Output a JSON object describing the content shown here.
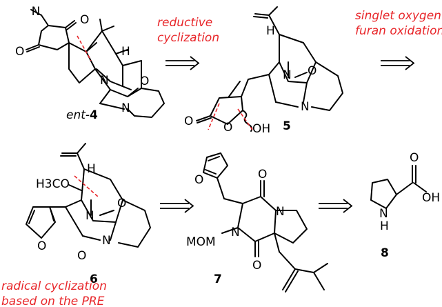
{
  "annotations": {
    "reductive_cyclization": [
      "reductive",
      "cyclization"
    ],
    "singlet_oxygen": [
      "singlet oxygen",
      "furan oxidation"
    ],
    "radical_cyclization": [
      "radical cyclization",
      "based on the PRE"
    ]
  },
  "compounds": {
    "ent4": {
      "prefix": "ent-",
      "num": "4"
    },
    "c5": "5",
    "c6": "6",
    "c7": "7",
    "c8": "8"
  },
  "atoms": {
    "N": "N",
    "O": "O",
    "H": "H",
    "OH": "OH",
    "NH": "N",
    "H_sub": "H",
    "H3CO": "H3CO",
    "MOM": "MOM"
  },
  "colors": {
    "annotation": "#e8262a",
    "bond": "#000000"
  }
}
